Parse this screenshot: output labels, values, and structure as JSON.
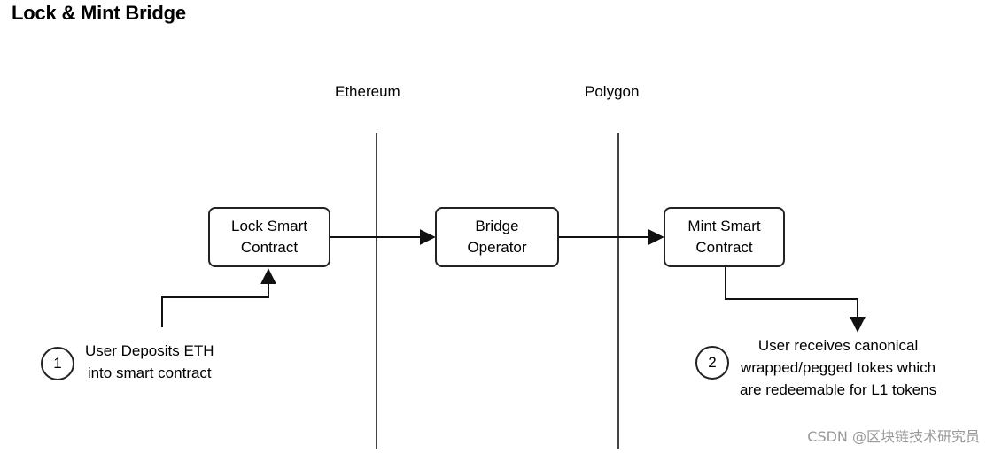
{
  "title": "Lock & Mint Bridge",
  "lanes": [
    "Ethereum",
    "Polygon"
  ],
  "nodes": {
    "lock": [
      "Lock Smart",
      "Contract"
    ],
    "bridge": [
      "Bridge",
      "Operator"
    ],
    "mint": [
      "Mint Smart",
      "Contract"
    ]
  },
  "steps": [
    {
      "number": "1",
      "lines": [
        "User Deposits ETH",
        "into smart contract"
      ]
    },
    {
      "number": "2",
      "lines": [
        "User receives canonical",
        "wrapped/pegged tokes which",
        "are redeemable for L1 tokens"
      ]
    }
  ],
  "watermark": "CSDN @区块链技术研究员"
}
